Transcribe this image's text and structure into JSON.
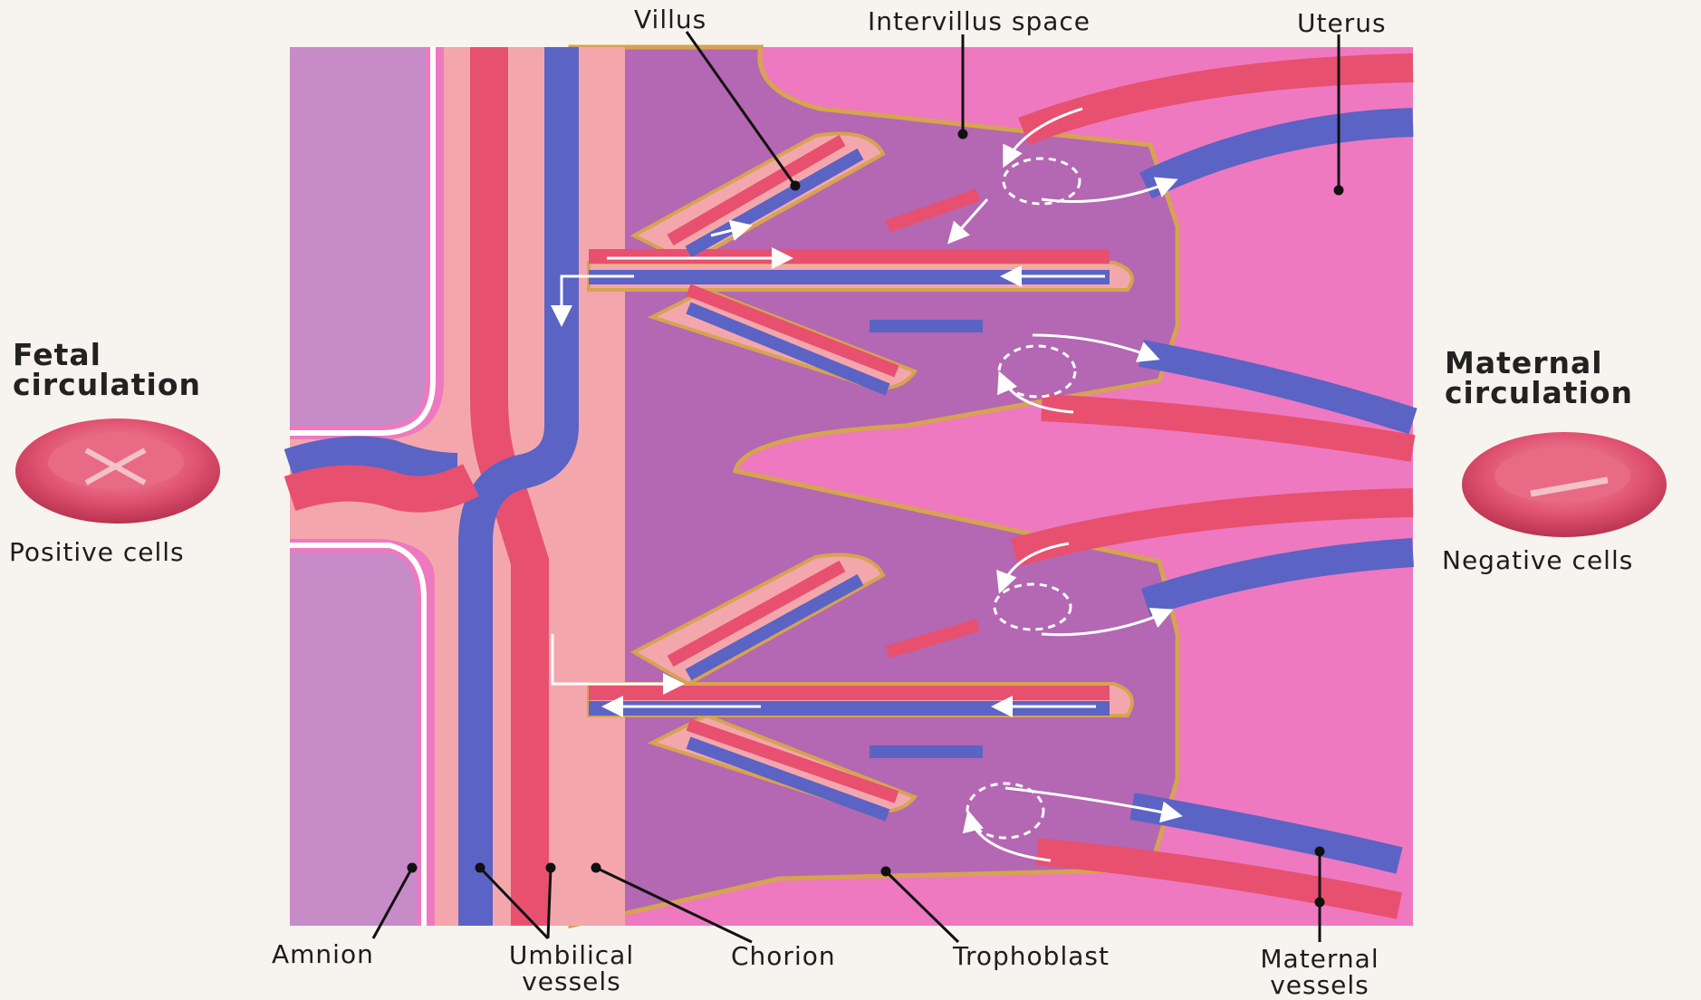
{
  "labels": {
    "villus": "Villus",
    "intervillus_space": "Intervillus space",
    "uterus": "Uterus",
    "fetal_circulation": "Fetal circulation",
    "maternal_circulation": "Maternal circulation",
    "positive_cells": "Positive cells",
    "negative_cells": "Negative cells",
    "amnion": "Amnion",
    "umbilical_vessels": "Umbilical vessels",
    "chorion": "Chorion",
    "trophoblast": "Trophoblast",
    "maternal_vessels": "Maternal vessels"
  },
  "colors": {
    "artery_red": "#e8506f",
    "vein_blue": "#5b63c4",
    "chorion_pink": "#f3a7ad",
    "intervillus_purple": "#b467b2",
    "uterus_pink": "#ee79c0",
    "amnion_lavender": "#c78bc8",
    "trophoblast_gold": "#d6a350",
    "background": "#f7f3ee"
  }
}
